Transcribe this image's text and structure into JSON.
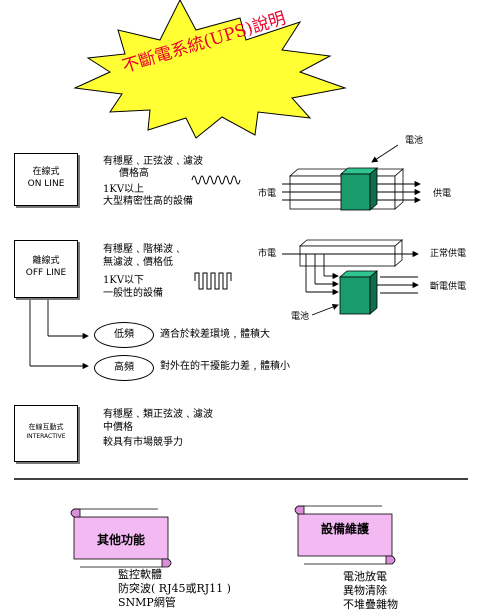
{
  "title": "不斷電系統(UPS)說明",
  "online": {
    "box": [
      "在線式",
      "ON LINE"
    ],
    "desc": [
      "有穩壓﹑正弦波﹑濾波",
      "價格高",
      "1KV以上",
      "大型精密性高的設備"
    ],
    "battery": "電池",
    "input": "市電",
    "output": "供電"
  },
  "offline": {
    "box": [
      "離線式",
      "OFF LINE"
    ],
    "desc": [
      "有穩壓﹑階梯波﹑",
      "無濾波﹑價格低",
      "1KV以下",
      "一般性的設備"
    ],
    "input": "市電",
    "output_normal": "正常供電",
    "output_break": "斷電供電",
    "battery": "電池",
    "low_freq": "低頻",
    "low_freq_desc": "適合於較差環境﹐體積大",
    "high_freq": "高頻",
    "high_freq_desc": "對外在的干擾能力差﹐體積小"
  },
  "interactive": {
    "box": [
      "在線互動式",
      "INTERACTIVE"
    ],
    "desc": [
      "有穩壓﹑類正弦波﹑濾波",
      "中價格",
      "較具有市場競爭力"
    ]
  },
  "other_functions": {
    "label": "其他功能",
    "items": [
      "監控軟體",
      "防突波( RJ45或RJ11 )",
      "SNMP網管"
    ]
  },
  "maintenance": {
    "label": "設備維護",
    "items": [
      "電池放電",
      "異物清除",
      "不堆疊雜物"
    ]
  },
  "colors": {
    "star_fill": "#ffff33",
    "title_color": "#e8002a",
    "battery_green": "#1a9b6c",
    "scroll_pink": "#f2b9f2"
  }
}
